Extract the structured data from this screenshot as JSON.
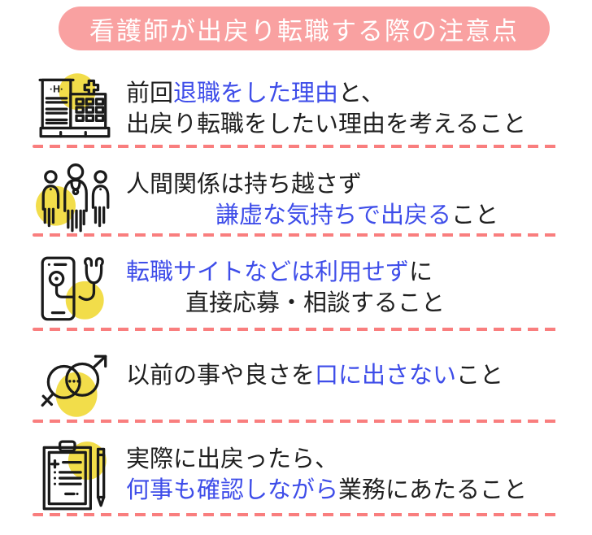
{
  "title": {
    "text": "看護師が出戻り転職する際の注意点"
  },
  "colors": {
    "banner_pink": "#f9a1a1",
    "dash_pink": "#f97e7e",
    "accent_blue": "#3e4de9",
    "text_black": "#1f1f1f",
    "icon_yellow": "#f2dd4a"
  },
  "items": [
    {
      "icon": "hospital-icon",
      "lines": [
        {
          "indent": 0,
          "segments": [
            {
              "text": "前回",
              "color": "black"
            },
            {
              "text": "退職をした理由",
              "color": "blue"
            },
            {
              "text": "と、",
              "color": "black"
            }
          ]
        },
        {
          "indent": 0,
          "segments": [
            {
              "text": "出戻り転職をしたい理由を考えること",
              "color": "black"
            }
          ]
        }
      ]
    },
    {
      "icon": "medical-staff-icon",
      "lines": [
        {
          "indent": 0,
          "segments": [
            {
              "text": "人間関係は持ち越さず",
              "color": "black"
            }
          ]
        },
        {
          "indent": 110,
          "segments": [
            {
              "text": "謙虚な気持ちで出戻る",
              "color": "blue"
            },
            {
              "text": "こと",
              "color": "black"
            }
          ]
        }
      ]
    },
    {
      "icon": "phone-stethoscope-icon",
      "lines": [
        {
          "indent": 0,
          "segments": [
            {
              "text": "転職サイトなどは利用せず",
              "color": "blue"
            },
            {
              "text": "に",
              "color": "black"
            }
          ]
        },
        {
          "indent": 73,
          "segments": [
            {
              "text": "直接応募・相談すること",
              "color": "black"
            }
          ]
        }
      ]
    },
    {
      "icon": "gender-symbols-icon",
      "lines": [
        {
          "indent": 0,
          "segments": [
            {
              "text": "以前の事や良さを",
              "color": "black"
            },
            {
              "text": "口に出さない",
              "color": "blue"
            },
            {
              "text": "こと",
              "color": "black"
            }
          ]
        }
      ]
    },
    {
      "icon": "clipboard-pencil-icon",
      "lines": [
        {
          "indent": 0,
          "segments": [
            {
              "text": "実際に出戻ったら、",
              "color": "black"
            }
          ]
        },
        {
          "indent": 0,
          "segments": [
            {
              "text": "何事も確認しながら",
              "color": "blue"
            },
            {
              "text": "業務にあたること",
              "color": "black"
            }
          ]
        }
      ]
    }
  ]
}
